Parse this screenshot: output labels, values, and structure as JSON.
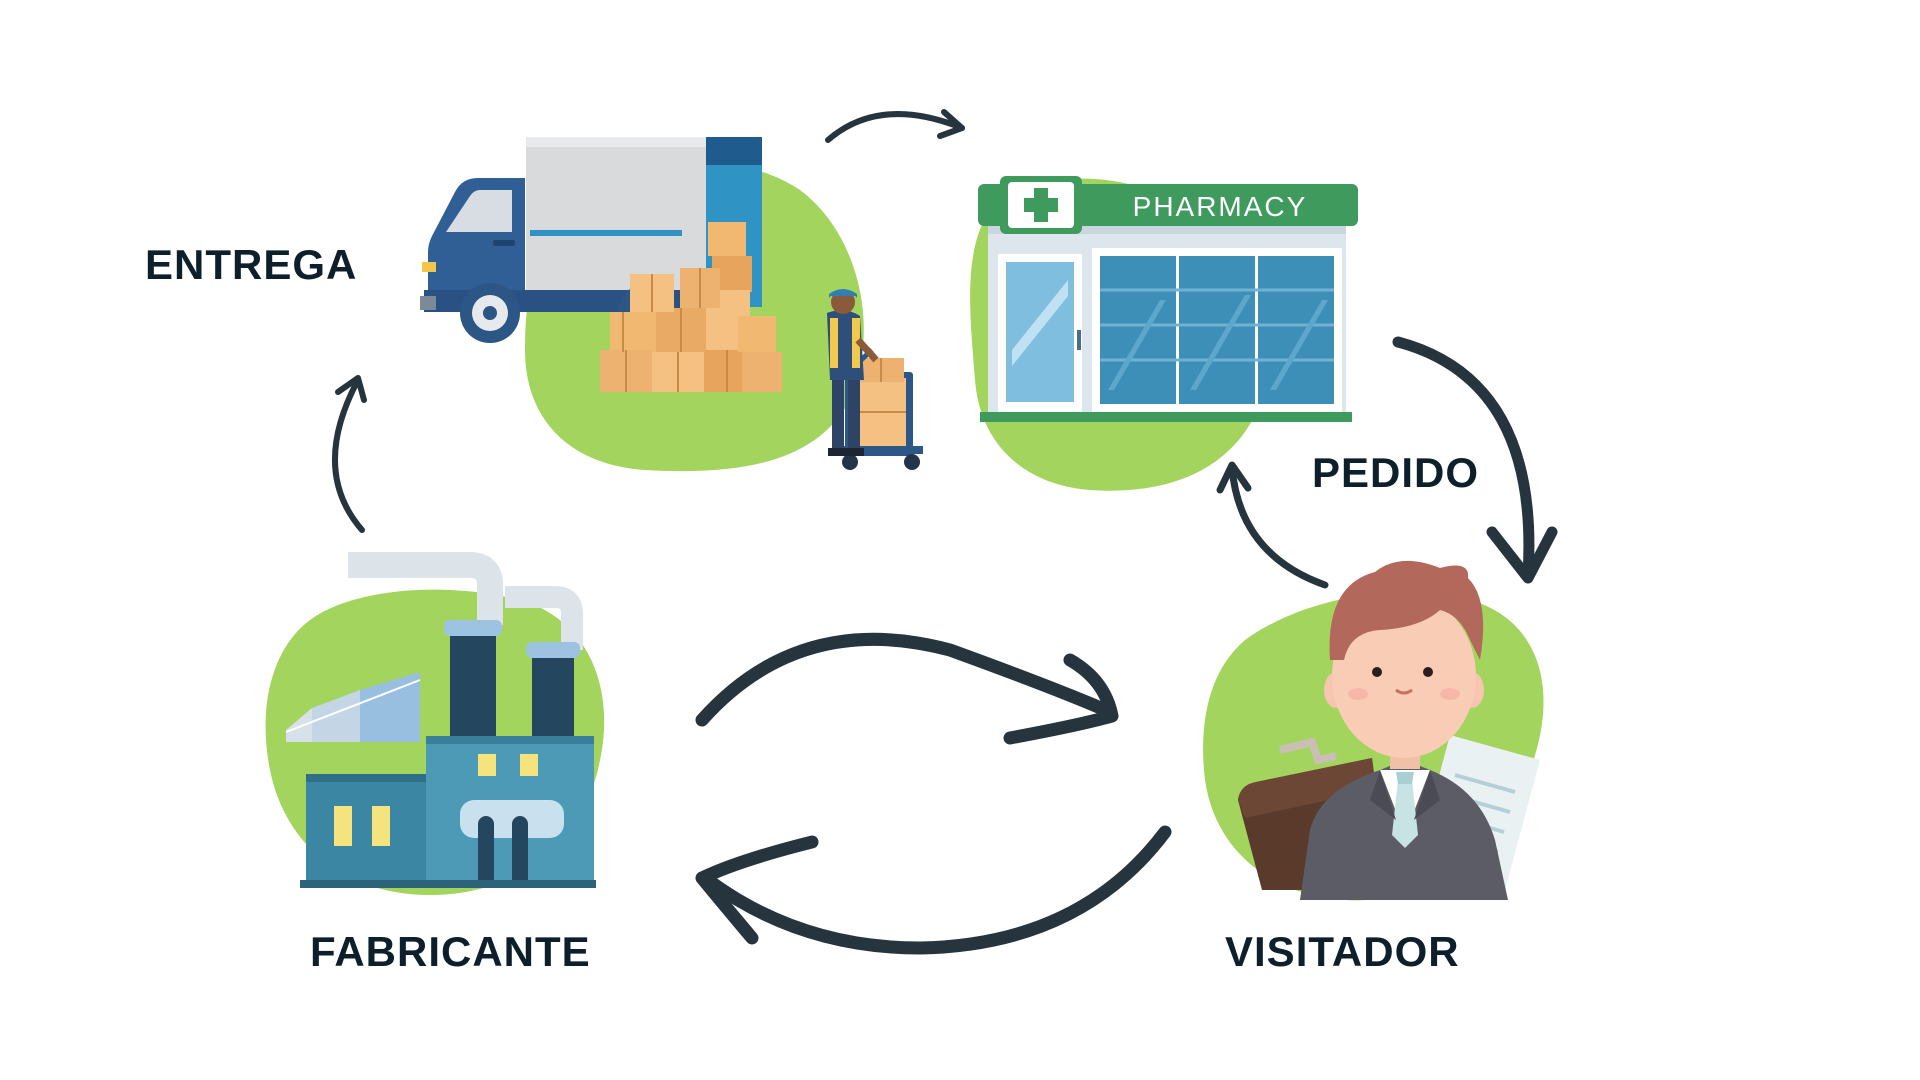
{
  "colors": {
    "blob": "#a2d45e",
    "arrow": "#26343d",
    "label": "#0e1f2c",
    "pharmacy_green": "#3f9a5d"
  },
  "nodes": {
    "entrega": {
      "label": "ENTREGA",
      "icon": "delivery-truck-icon"
    },
    "pedido": {
      "label": "PEDIDO",
      "icon": "pharmacy-store-icon"
    },
    "fabricante": {
      "label": "FABRICANTE",
      "icon": "factory-icon"
    },
    "visitador": {
      "label": "VISITADOR",
      "icon": "medical-representative-icon"
    }
  },
  "pharmacy": {
    "sign": "PHARMACY"
  }
}
